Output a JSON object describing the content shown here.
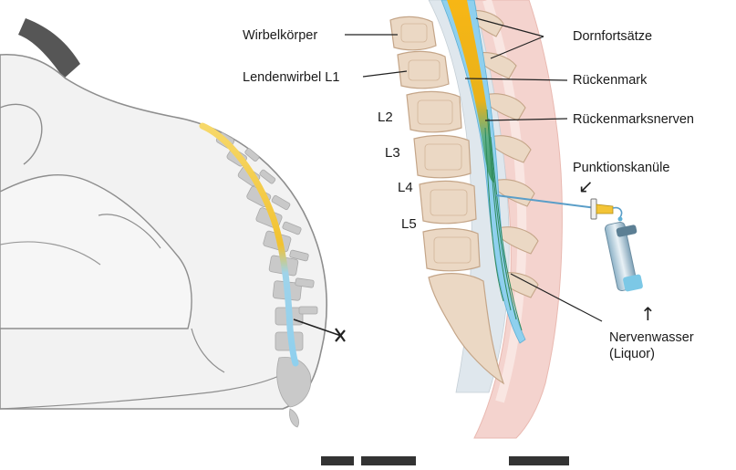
{
  "labels": {
    "wirbelkoerper": "Wirbelkörper",
    "lendenwirbel_l1": "Lendenwirbel L1",
    "l2": "L2",
    "l3": "L3",
    "l4": "L4",
    "l5": "L5",
    "dornfortsaetze": "Dornfortsätze",
    "rueckenmark": "Rückenmark",
    "rueckenmarksnerven": "Rückenmarksnerven",
    "punktionskanuele": "Punktionskanüle",
    "nervenwasser_line1": "Nervenwasser",
    "nervenwasser_line2": "(Liquor)"
  },
  "icons": {
    "punktion_arrow": "arrow-down-left-icon",
    "liquor_arrow": "arrow-up-icon"
  },
  "colors": {
    "skin": "#f3f3f3",
    "skin_outline": "#8a8a8a",
    "hair": "#555555",
    "bone": "#ecd9c6",
    "bone_edge": "#c9a98c",
    "spinal_cord_yellow": "#f2b316",
    "liquor_blue": "#7cc8e6",
    "nerve_green": "#3e9a6a",
    "back_tissue": "#f3d2cc",
    "disc": "#dfe8ee",
    "vertebra_gray": "#c8c8c8"
  }
}
